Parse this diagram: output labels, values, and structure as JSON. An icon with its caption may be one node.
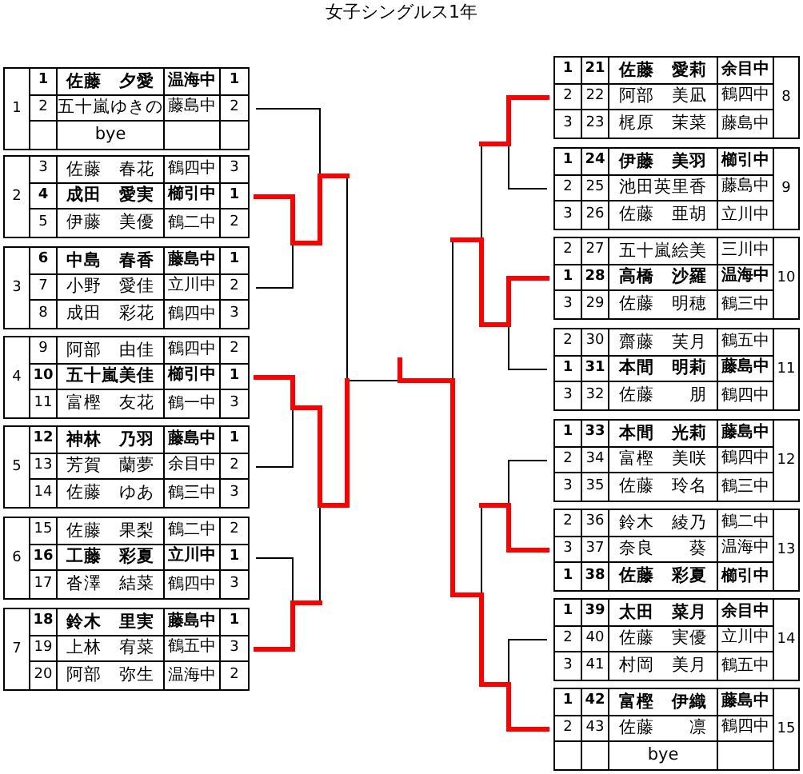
{
  "diagram": {
    "title": "女子シングルス1年",
    "nodes": [
      {
        "text": [
          "1"
        ]
      },
      {
        "text": [
          "1",
          "佐藤　夕愛",
          "温海中",
          "1"
        ],
        "in": 0
      },
      {
        "text": [
          "2",
          "五十嵐ゆきの",
          "藤島中",
          "2"
        ],
        "in": 0
      },
      {
        "text": [
          "bye"
        ],
        "in": 0
      },
      {
        "text": [
          "2"
        ]
      },
      {
        "text": [
          "3",
          "佐藤　春花",
          "鶴四中",
          "3"
        ],
        "in": 4
      },
      {
        "text": [
          "4",
          "成田　愛実",
          "櫛引中",
          "1"
        ],
        "in": 4
      },
      {
        "text": [
          "5",
          "伊藤　美優",
          "鶴二中",
          "2"
        ],
        "in": 4
      },
      {
        "text": [
          "3"
        ]
      },
      {
        "text": [
          "6",
          "中島　春香",
          "藤島中",
          "1"
        ],
        "in": 8
      },
      {
        "text": [
          "7",
          "小野　愛佳",
          "立川中",
          "2"
        ],
        "in": 8
      },
      {
        "text": [
          "8",
          "成田　彩花",
          "鶴四中",
          "3"
        ],
        "in": 8
      },
      {
        "text": [
          "4"
        ]
      },
      {
        "text": [
          "9",
          "阿部　由佳",
          "鶴四中",
          "2"
        ],
        "in": 12
      },
      {
        "text": [
          "10",
          "五十嵐美佳",
          "櫛引中",
          "1"
        ],
        "in": 12
      },
      {
        "text": [
          "11",
          "富樫　友花",
          "鶴一中",
          "3"
        ],
        "in": 12
      },
      {
        "text": [
          "5"
        ]
      },
      {
        "text": [
          "12",
          "神林　乃羽",
          "藤島中",
          "1"
        ],
        "in": 16
      },
      {
        "text": [
          "13",
          "芳賀　蘭夢",
          "余目中",
          "2"
        ],
        "in": 16
      },
      {
        "text": [
          "14",
          "佐藤　ゆあ",
          "鶴三中",
          "3"
        ],
        "in": 16
      },
      {
        "text": [
          "6"
        ]
      },
      {
        "text": [
          "15",
          "佐藤　果梨",
          "鶴二中",
          "2"
        ],
        "in": 20
      },
      {
        "text": [
          "16",
          "工藤　彩夏",
          "立川中",
          "1"
        ],
        "in": 20
      },
      {
        "text": [
          "17",
          "沓澤　結菜",
          "鶴四中",
          "3"
        ],
        "in": 20
      },
      {
        "text": [
          "7"
        ]
      },
      {
        "text": [
          "18",
          "鈴木　里実",
          "藤島中",
          "1"
        ],
        "in": 24
      },
      {
        "text": [
          "19",
          "上林　宥菜",
          "鶴五中",
          "3"
        ],
        "in": 24
      },
      {
        "text": [
          "20",
          "阿部　弥生",
          "温海中",
          "2"
        ],
        "in": 24
      },
      {
        "text": [
          "8"
        ]
      },
      {
        "text": [
          "1",
          "21",
          "佐藤　愛莉",
          "余目中"
        ],
        "in": 28
      },
      {
        "text": [
          "2",
          "22",
          "阿部　美凪",
          "鶴四中"
        ],
        "in": 28
      },
      {
        "text": [
          "3",
          "23",
          "梶原　茉菜",
          "藤島中"
        ],
        "in": 28
      },
      {
        "text": [
          "9"
        ]
      },
      {
        "text": [
          "1",
          "24",
          "伊藤　美羽",
          "櫛引中"
        ],
        "in": 32
      },
      {
        "text": [
          "2",
          "25",
          "池田英里香",
          "藤島中"
        ],
        "in": 32
      },
      {
        "text": [
          "3",
          "26",
          "佐藤　亜胡",
          "立川中"
        ],
        "in": 32
      },
      {
        "text": [
          "10"
        ]
      },
      {
        "text": [
          "2",
          "27",
          "五十嵐絵美",
          "三川中"
        ],
        "in": 36
      },
      {
        "text": [
          "1",
          "28",
          "高橋　沙羅",
          "温海中"
        ],
        "in": 36
      },
      {
        "text": [
          "3",
          "29",
          "佐藤　明穂",
          "鶴三中"
        ],
        "in": 36
      },
      {
        "text": [
          "11"
        ]
      },
      {
        "text": [
          "2",
          "30",
          "齋藤　芙月",
          "鶴五中"
        ],
        "in": 40
      },
      {
        "text": [
          "1",
          "31",
          "本間　明莉",
          "藤島中"
        ],
        "in": 40
      },
      {
        "text": [
          "3",
          "32",
          "佐藤　　朋",
          "鶴四中"
        ],
        "in": 40
      },
      {
        "text": [
          "12"
        ]
      },
      {
        "text": [
          "1",
          "33",
          "本間　光莉",
          "藤島中"
        ],
        "in": 44
      },
      {
        "text": [
          "2",
          "34",
          "富樫　美咲",
          "鶴四中"
        ],
        "in": 44
      },
      {
        "text": [
          "3",
          "35",
          "佐藤　玲名",
          "鶴三中"
        ],
        "in": 44
      },
      {
        "text": [
          "13"
        ]
      },
      {
        "text": [
          "2",
          "36",
          "鈴木　綾乃",
          "鶴二中"
        ],
        "in": 48
      },
      {
        "text": [
          "3",
          "37",
          "奈良　　葵",
          "温海中"
        ],
        "in": 48
      },
      {
        "text": [
          "1",
          "38",
          "佐藤　彩夏",
          "櫛引中"
        ],
        "in": 48
      },
      {
        "text": [
          "14"
        ]
      },
      {
        "text": [
          "1",
          "39",
          "太田　菜月",
          "余目中"
        ],
        "in": 52
      },
      {
        "text": [
          "2",
          "40",
          "佐藤　実優",
          "立川中"
        ],
        "in": 52
      },
      {
        "text": [
          "3",
          "41",
          "村岡　美月",
          "鶴五中"
        ],
        "in": 52
      },
      {
        "text": [
          "15"
        ]
      },
      {
        "text": [
          "1",
          "42",
          "富樫　伊織",
          "藤島中"
        ],
        "in": 56
      },
      {
        "text": [
          "2",
          "43",
          "佐藤　　凛",
          "鶴四中"
        ],
        "in": 56
      },
      {
        "text": [
          "bye"
        ],
        "in": 56
      }
    ],
    "edges": [
      {
        "from": 0,
        "to": null,
        "arrow": "none"
      },
      {
        "from": 4,
        "to": null,
        "arrow": "none",
        "style": "thick",
        "color": "#ff0000"
      },
      {
        "from": 8,
        "to": null,
        "arrow": "none"
      },
      {
        "from": 12,
        "to": null,
        "arrow": "none",
        "style": "thick",
        "color": "#ff0000"
      },
      {
        "from": 16,
        "to": null,
        "arrow": "none"
      },
      {
        "from": 20,
        "to": null,
        "arrow": "none"
      },
      {
        "from": 24,
        "to": null,
        "arrow": "none",
        "style": "thick",
        "color": "#ff0000"
      },
      {
        "from": 28,
        "to": null,
        "arrow": "none",
        "style": "thick",
        "color": "#ff0000"
      },
      {
        "from": 32,
        "to": null,
        "arrow": "none"
      },
      {
        "from": 36,
        "to": null,
        "arrow": "none",
        "style": "thick",
        "color": "#ff0000"
      },
      {
        "from": 40,
        "to": null,
        "arrow": "none"
      },
      {
        "from": 44,
        "to": null,
        "arrow": "none"
      },
      {
        "from": 48,
        "to": null,
        "arrow": "none",
        "style": "thick",
        "color": "#ff0000"
      },
      {
        "from": 52,
        "to": null,
        "arrow": "none"
      },
      {
        "from": 56,
        "to": null,
        "arrow": "none",
        "style": "thick",
        "color": "#ff0000"
      }
    ]
  }
}
